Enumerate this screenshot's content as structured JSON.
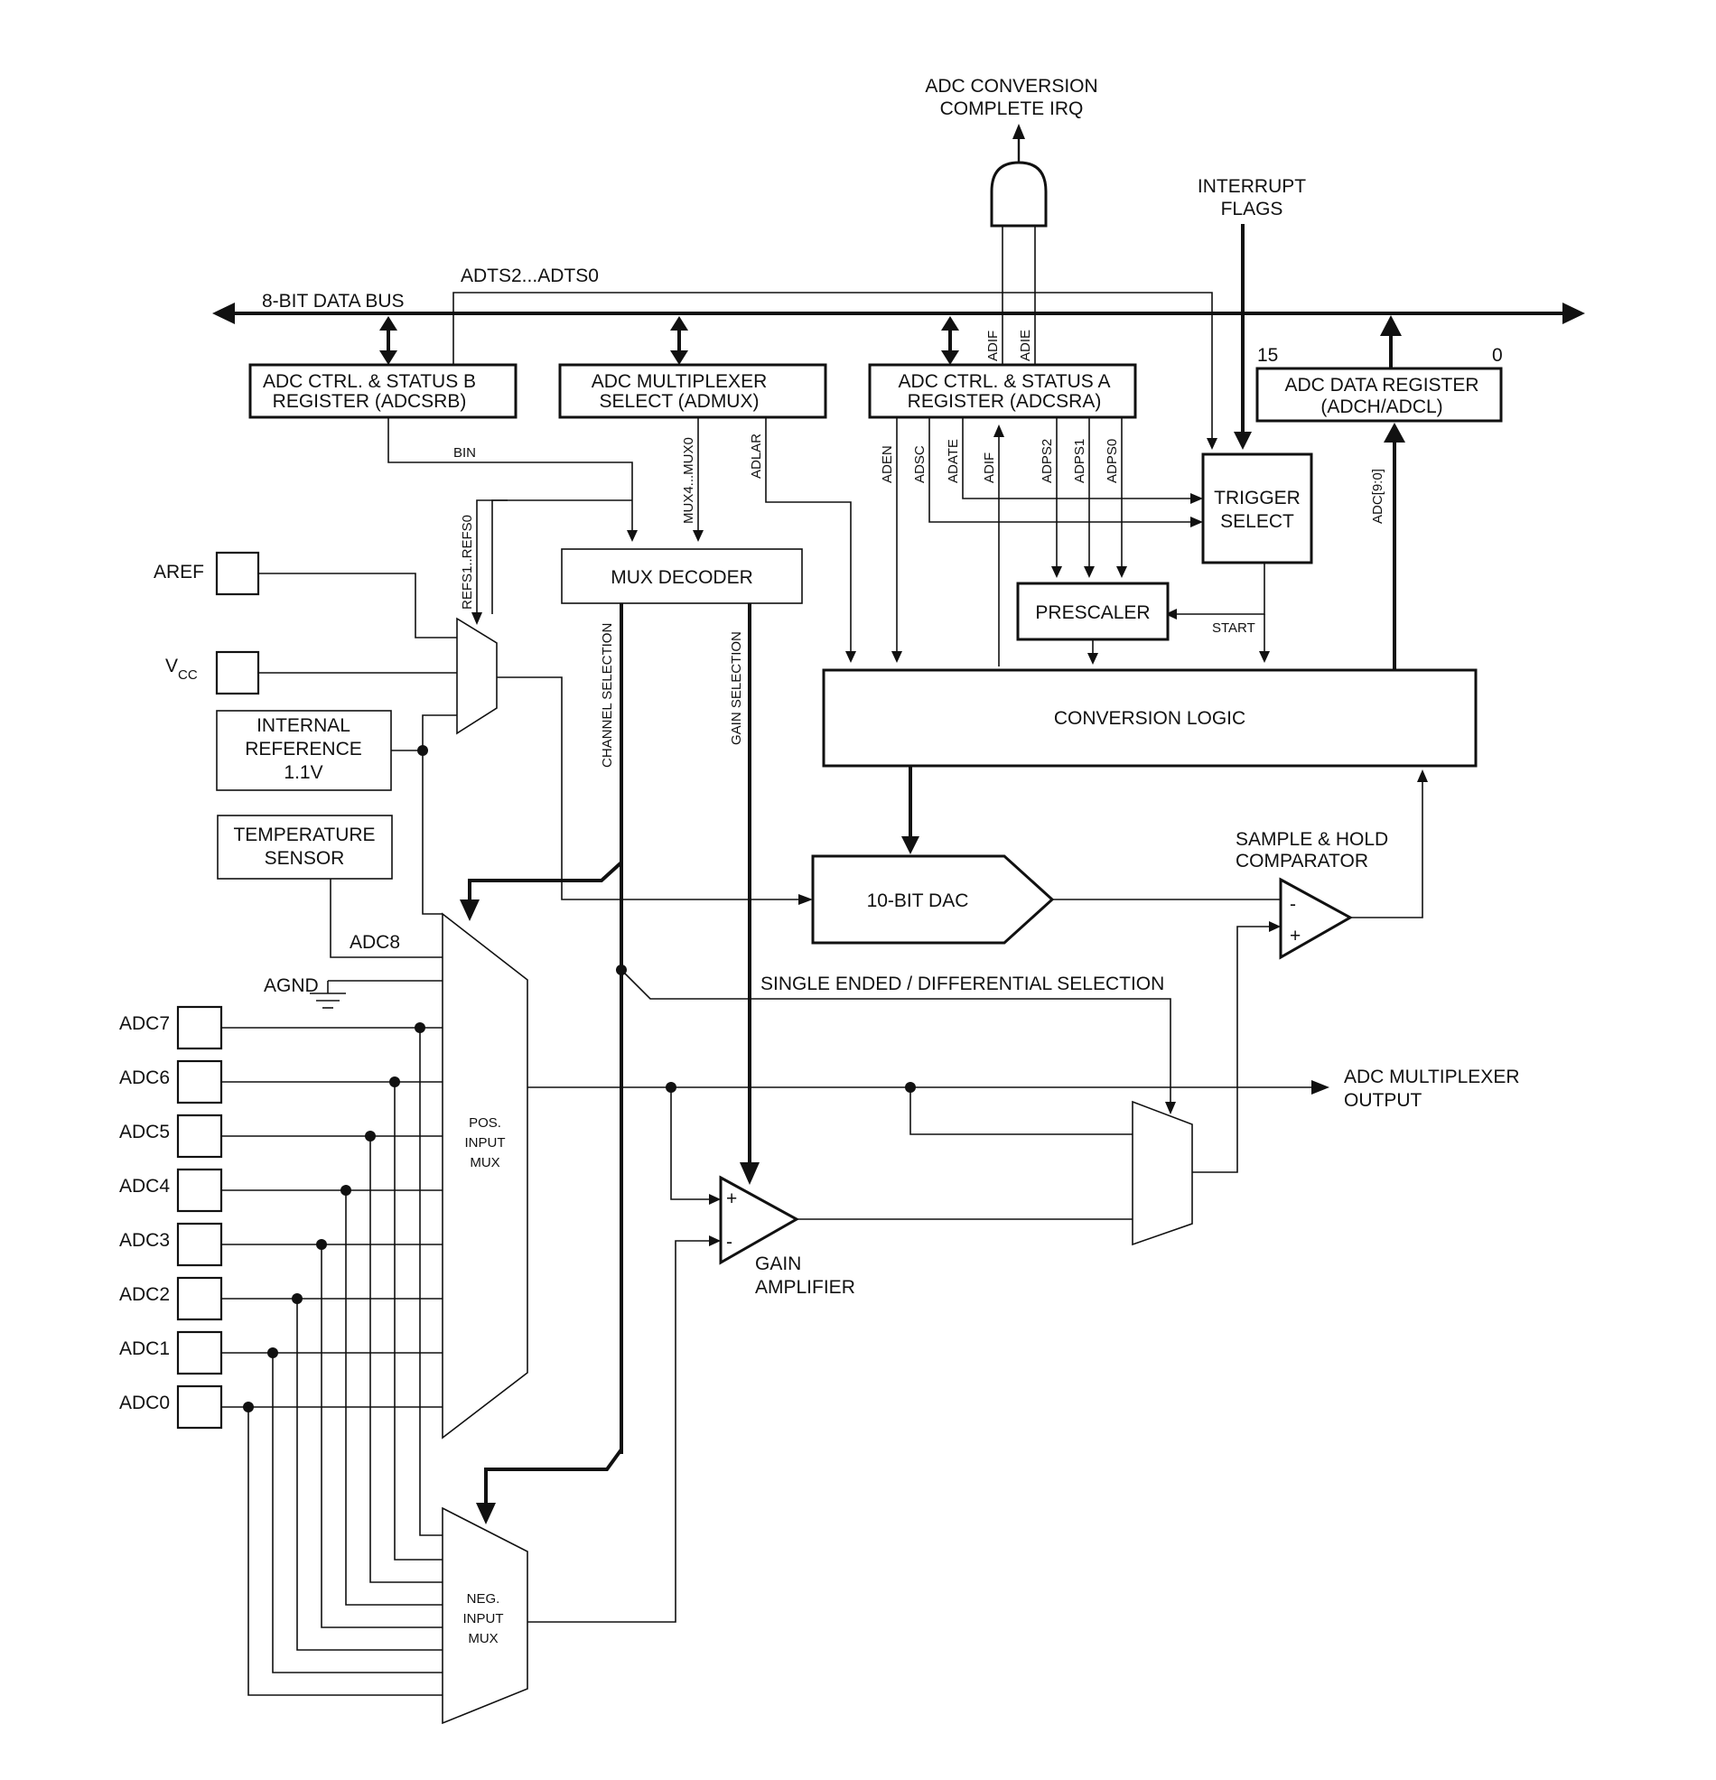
{
  "labels": {
    "irq_line1": "ADC CONVERSION",
    "irq_line2": "COMPLETE IRQ",
    "int_line1": "INTERRUPT",
    "int_line2": "FLAGS",
    "adts": "ADTS2...ADTS0",
    "bus": "8-BIT DATA BUS",
    "bit15": "15",
    "bit0": "0",
    "adif_top": "ADIF",
    "adie_top": "ADIE",
    "bin": "BIN",
    "mux_bits": "MUX4...MUX0",
    "adlar": "ADLAR",
    "aden": "ADEN",
    "adsc": "ADSC",
    "adate": "ADATE",
    "adif": "ADIF",
    "adps2": "ADPS2",
    "adps1": "ADPS1",
    "adps0": "ADPS0",
    "adc_bits": "ADC[9:0]",
    "refs": "REFS1..REFS0",
    "channel_sel": "CHANNEL SELECTION",
    "gain_sel": "GAIN SELECTION",
    "start": "START",
    "aref": "AREF",
    "vcc_v": "V",
    "vcc_sub": "CC",
    "adc8": "ADC8",
    "agnd": "AGND",
    "sed": "SINGLE ENDED / DIFFERENTIAL SELECTION",
    "sh_line1": "SAMPLE & HOLD",
    "sh_line2": "COMPARATOR",
    "out_line1": "ADC MULTIPLEXER",
    "out_line2": "OUTPUT",
    "gain_line1": "GAIN",
    "gain_line2": "AMPLIFIER",
    "plus": "+",
    "minus": "-"
  },
  "blocks": {
    "adcsrb_l1": "ADC CTRL. & STATUS B",
    "adcsrb_l2": "REGISTER (ADCSRB)",
    "admux_l1": "ADC MULTIPLEXER",
    "admux_l2": "SELECT (ADMUX)",
    "adcsra_l1": "ADC CTRL. & STATUS A",
    "adcsra_l2": "REGISTER (ADCSRA)",
    "adr_l1": "ADC DATA REGISTER",
    "adr_l2": "(ADCH/ADCL)",
    "trig_l1": "TRIGGER",
    "trig_l2": "SELECT",
    "mux_decoder": "MUX DECODER",
    "prescaler": "PRESCALER",
    "conv_logic": "CONVERSION LOGIC",
    "iref_l1": "INTERNAL",
    "iref_l2": "REFERENCE",
    "iref_l3": "1.1V",
    "temp_l1": "TEMPERATURE",
    "temp_l2": "SENSOR",
    "dac": "10-BIT DAC",
    "pos_l1": "POS.",
    "pos_l2": "INPUT",
    "pos_l3": "MUX",
    "neg_l1": "NEG.",
    "neg_l2": "INPUT",
    "neg_l3": "MUX"
  },
  "adc_pins": [
    "ADC7",
    "ADC6",
    "ADC5",
    "ADC4",
    "ADC3",
    "ADC2",
    "ADC1",
    "ADC0"
  ]
}
